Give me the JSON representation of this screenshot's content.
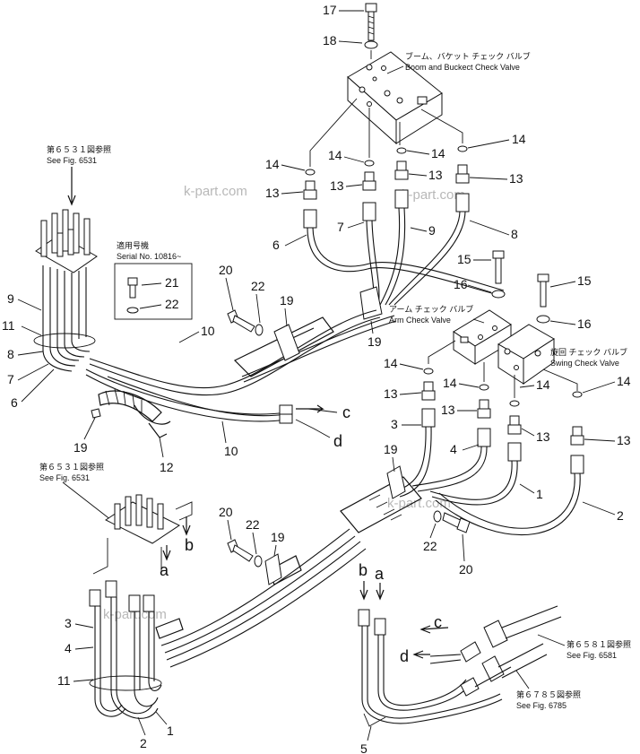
{
  "watermark": "k-part.com",
  "callouts": {
    "boom_valve": {
      "jp": "ブーム、バケット チェック バルブ",
      "en": "Boom and Buckect Check Valve"
    },
    "arm_valve": {
      "jp": "アーム チェック バルブ",
      "en": "Arm Check Valve"
    },
    "swing_valve": {
      "jp": "旋回 チェック バルブ",
      "en": "Swing Check Valve"
    },
    "fig6531_top": {
      "jp": "第６５３１図参照",
      "en": "See Fig. 6531"
    },
    "fig6531_bottom": {
      "jp": "第６５３１図参照",
      "en": "See Fig. 6531"
    },
    "serial": {
      "jp": "適用号機",
      "en": "Serial No. 10816~"
    },
    "fig6581": {
      "jp": "第６５８１図参照",
      "en": "See Fig. 6581"
    },
    "fig6785": {
      "jp": "第６７８５図参照",
      "en": "See Fig. 6785"
    }
  },
  "part_numbers": {
    "p17": "17",
    "p18": "18",
    "p14a": "14",
    "p14b": "14",
    "p14c": "14",
    "p14d": "14",
    "p13a": "13",
    "p13b": "13",
    "p13c": "13",
    "p13d": "13",
    "p7a": "7",
    "p9a": "9",
    "p6a": "6",
    "p8a": "8",
    "p20a": "20",
    "p22a": "22",
    "p19a": "19",
    "p19b": "19",
    "p21": "21",
    "p22s": "22",
    "p15a": "15",
    "p16a": "16",
    "p15b": "15",
    "p16b": "16",
    "p14e": "14",
    "p14f": "14",
    "p14g": "14",
    "p14h": "14",
    "p13e": "13",
    "p13f": "13",
    "p13g": "13",
    "p13h": "13",
    "p3a": "3",
    "p4a": "4",
    "p1a": "1",
    "p2a": "2",
    "p19c": "19",
    "p22b": "22",
    "p20b": "20",
    "p9b": "9",
    "p11a": "11",
    "p8b": "8",
    "p7b": "7",
    "p6b": "6",
    "p10a": "10",
    "p10b": "10",
    "p19d": "19",
    "p12": "12",
    "p20c": "20",
    "p22c": "22",
    "p19e": "19",
    "p3b": "3",
    "p4b": "4",
    "p11b": "11",
    "p2b": "2",
    "p1b": "1",
    "p5": "5"
  },
  "letters": {
    "c_top": "c",
    "d_top": "d",
    "b_mid": "b",
    "a_mid": "a",
    "b_bot": "b",
    "a_bot": "a",
    "c_bot": "c",
    "d_bot": "d"
  }
}
